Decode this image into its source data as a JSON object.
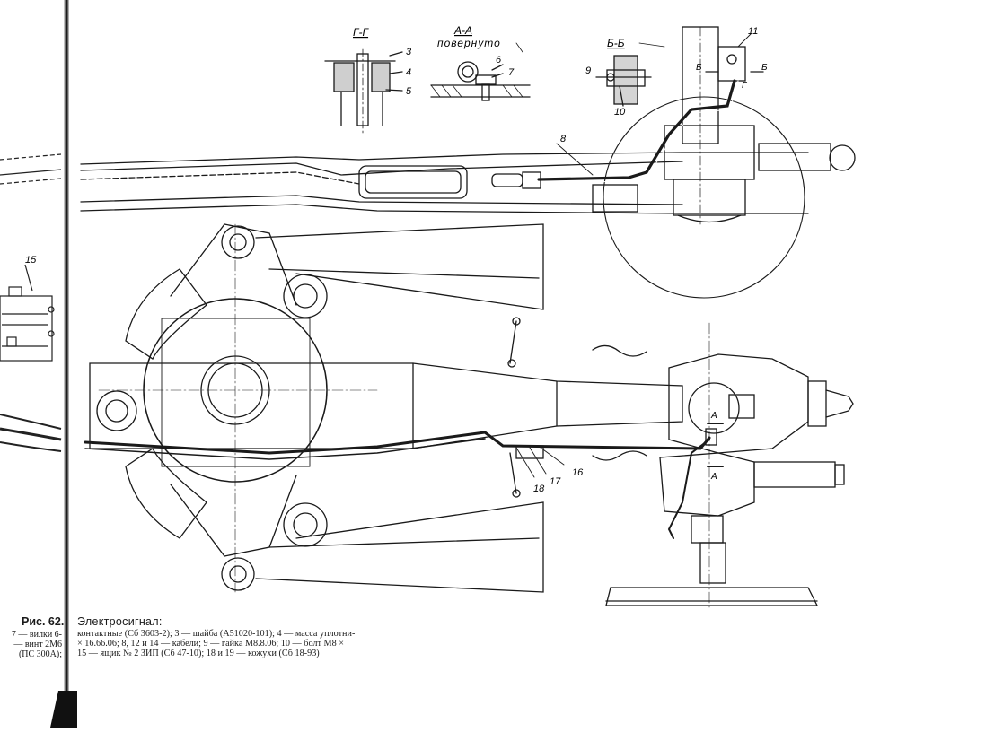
{
  "left_page": {
    "fig_label": "Рис. 62.",
    "caption_lines": [
      "7 — вилки 6-",
      "— винт 2М6",
      "(ПС 300А);"
    ],
    "callout_15": "15"
  },
  "caption": {
    "title": "Электросигнал:",
    "lines": [
      "контактные (Сб 3603-2); 3 — шайба (А51020-101); 4 — масса уплотни-",
      "× 16.66.06; 8, 12 и 14 — кабели; 9 — гайка М8.8.06; 10 — болт М8 ×",
      "15 — ящик № 2 ЗИП (Сб 47-10); 18 и 19 — кожухи (Сб 18-93)"
    ]
  },
  "sections": {
    "gg": "Г-Г",
    "aa": "А-А",
    "aa_sub": "повернуто",
    "bb": "Б-Б"
  },
  "callouts": {
    "c3": "3",
    "c4": "4",
    "c5": "5",
    "c6": "6",
    "c7": "7",
    "c8": "8",
    "c9": "9",
    "c10": "10",
    "c11": "11",
    "c16": "16",
    "c17": "17",
    "c18": "18"
  },
  "cut_marks": {
    "b1": "Б",
    "b2": "Б",
    "g": "Г",
    "a1": "А",
    "a2": "А"
  }
}
